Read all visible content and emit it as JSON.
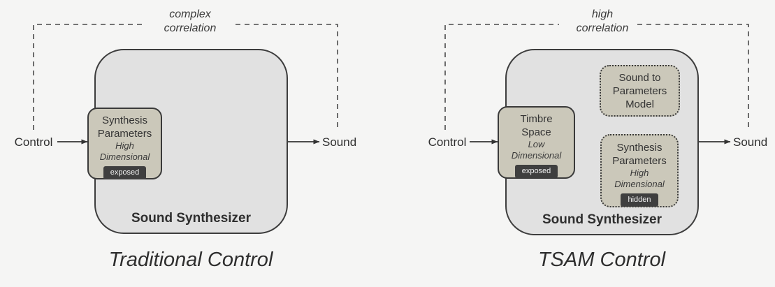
{
  "colors": {
    "background": "#f5f5f4",
    "big_box_fill": "#e1e1e1",
    "big_box_border": "#3d3d3d",
    "inner_box_fill": "#cbc8ba",
    "inner_box_border": "#3a3a3a",
    "badge_bg": "#3f3f3f",
    "badge_text": "#f2f2f2",
    "line": "#333333",
    "dashed_line": "#4a4a4a",
    "text": "#333333"
  },
  "left": {
    "correlation_label": [
      "complex",
      "correlation"
    ],
    "control_label": "Control",
    "sound_label": "Sound",
    "synthesizer_label": "Sound Synthesizer",
    "title": "Traditional Control",
    "param_box": {
      "line1": "Synthesis",
      "line2": "Parameters",
      "qualifier_line1": "High",
      "qualifier_line2": "Dimensional",
      "badge": "exposed"
    }
  },
  "right": {
    "correlation_label": [
      "high",
      "correlation"
    ],
    "control_label": "Control",
    "sound_label": "Sound",
    "synthesizer_label": "Sound Synthesizer",
    "title": "TSAM Control",
    "timbre_box": {
      "line1": "Timbre",
      "line2": "Space",
      "qualifier_line1": "Low",
      "qualifier_line2": "Dimensional",
      "badge": "exposed"
    },
    "model_box": {
      "line1": "Sound to",
      "line2": "Parameters",
      "line3": "Model"
    },
    "param_box": {
      "line1": "Synthesis",
      "line2": "Parameters",
      "qualifier_line1": "High",
      "qualifier_line2": "Dimensional",
      "badge": "hidden"
    }
  }
}
